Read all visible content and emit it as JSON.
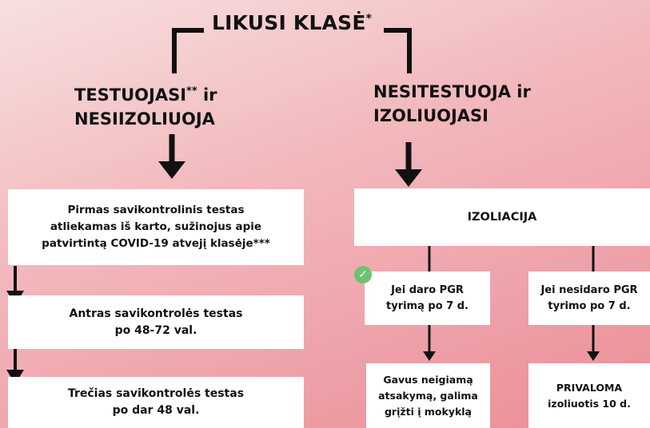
{
  "title": {
    "text": "LIKUSI KLASĖ",
    "mark": "*"
  },
  "left_branch": {
    "line1": "TESTUOJASI",
    "mark": "**",
    "line1_tail": " ir",
    "line2": "NESIIZOLIUOJA"
  },
  "right_branch": {
    "line1": "NESITESTUOJA ir",
    "line2": "IZOLIUOJASI"
  },
  "left_steps": [
    {
      "lines": [
        "Pirmas savikontrolinis testas",
        "atliekamas iš karto, sužinojus apie",
        "patvirtintą COVID-19 atvejį klasėje***"
      ]
    },
    {
      "lines": [
        "Antras savikontrolės testas",
        "po 48-72 val."
      ]
    },
    {
      "lines": [
        "Trečias savikontrolės testas",
        "po dar 48 val."
      ]
    }
  ],
  "izoliacija": {
    "label": "IZOLIACIJA"
  },
  "pgr_yes": {
    "lines": [
      "Jei daro PGR",
      "tyrimą po 7 d."
    ]
  },
  "pgr_no": {
    "lines": [
      "Jei nesidaro PGR",
      "tyrimo po 7 d."
    ]
  },
  "result_yes": {
    "lines": [
      "Gavus neigiamą",
      "atsakymą, galima",
      "grįžti į mokyklą"
    ]
  },
  "result_no": {
    "lines": [
      "PRIVALOMA",
      "izoliuotis 10 d."
    ]
  },
  "check_icon": "check-circle-icon",
  "colors": {
    "check": "#6cc46c",
    "box": "#ffffff",
    "text": "#111111"
  }
}
